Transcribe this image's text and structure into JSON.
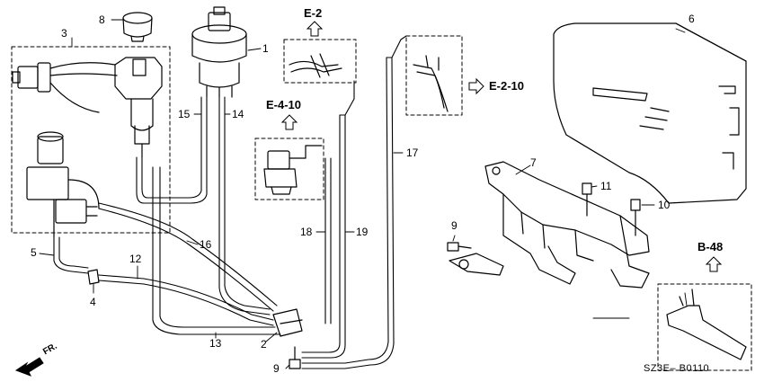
{
  "callouts": {
    "c1": "1",
    "c2": "2",
    "c3": "3",
    "c4": "4",
    "c5": "5",
    "c6": "6",
    "c7": "7",
    "c8": "8",
    "c9a": "9",
    "c9b": "9",
    "c10": "10",
    "c11": "11",
    "c12": "12",
    "c13": "13",
    "c14": "14",
    "c15": "15",
    "c16": "16",
    "c17": "17",
    "c18": "18",
    "c19": "19"
  },
  "references": {
    "e2": "E-2",
    "e210": "E-2-10",
    "e410": "E-4-10",
    "b48": "B-48"
  },
  "direction_label": "FR.",
  "diagram_code": "SZ3E– B0110"
}
